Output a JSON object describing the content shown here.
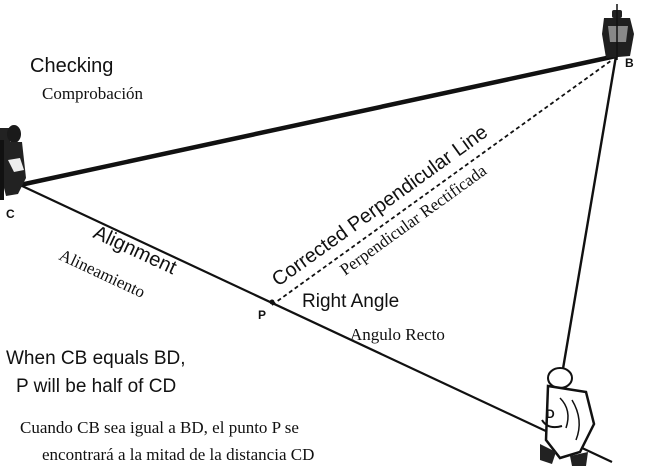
{
  "diagram": {
    "title": "Checking",
    "title_es": "Comprobación",
    "points": {
      "B": "B",
      "C": "C",
      "D": "D",
      "P": "P"
    },
    "labels": {
      "corrected_line": "Corrected Perpendicular Line",
      "corrected_line_es": "Perpendicular Rectificada",
      "alignment": "Alignment",
      "alignment_es": "Alineamiento",
      "right_angle": "Right Angle",
      "right_angle_es": "Angulo Recto"
    },
    "note": {
      "line1": "When CB equals BD,",
      "line2": "P will be half of CD",
      "es_line1": "Cuando CB sea igual a BD, el punto P se",
      "es_line2": "encontrará a la mitad de la distancia CD"
    },
    "colors": {
      "ink": "#111111",
      "background": "#ffffff"
    },
    "icons": [
      "surveyor-c-figure",
      "surveyor-b-figure",
      "surveyor-d-figure"
    ]
  }
}
